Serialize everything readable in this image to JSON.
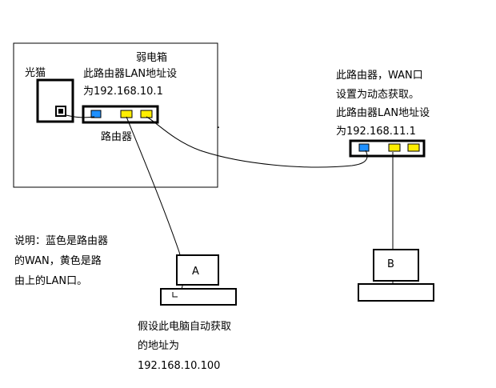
{
  "weak_box": {
    "label": "弱电箱"
  },
  "modem": {
    "label": "光猫"
  },
  "router1": {
    "note_line1": "此路由器LAN地址设",
    "note_line2": "为192.168.10.1",
    "label": "路由器",
    "wan_color": "#1e90ff",
    "lan_color": "#ffee00"
  },
  "router2": {
    "note_line1": "此路由器，WAN口",
    "note_line2": "设置为动态获取。",
    "note_line3": "此路由器LAN地址设",
    "note_line4": "为192.168.11.1",
    "wan_color": "#1e90ff",
    "lan_color": "#ffee00"
  },
  "legend": {
    "line1": "说明：蓝色是路由器",
    "line2": "的WAN，黄色是路",
    "line3": "由上的LAN口。"
  },
  "pc_a": {
    "label": "A",
    "note_line1": "假设此电脑自动获取",
    "note_line2": "的地址为",
    "note_line3": "192.168.10.100"
  },
  "pc_b": {
    "label": "B"
  },
  "stray_mark": "."
}
